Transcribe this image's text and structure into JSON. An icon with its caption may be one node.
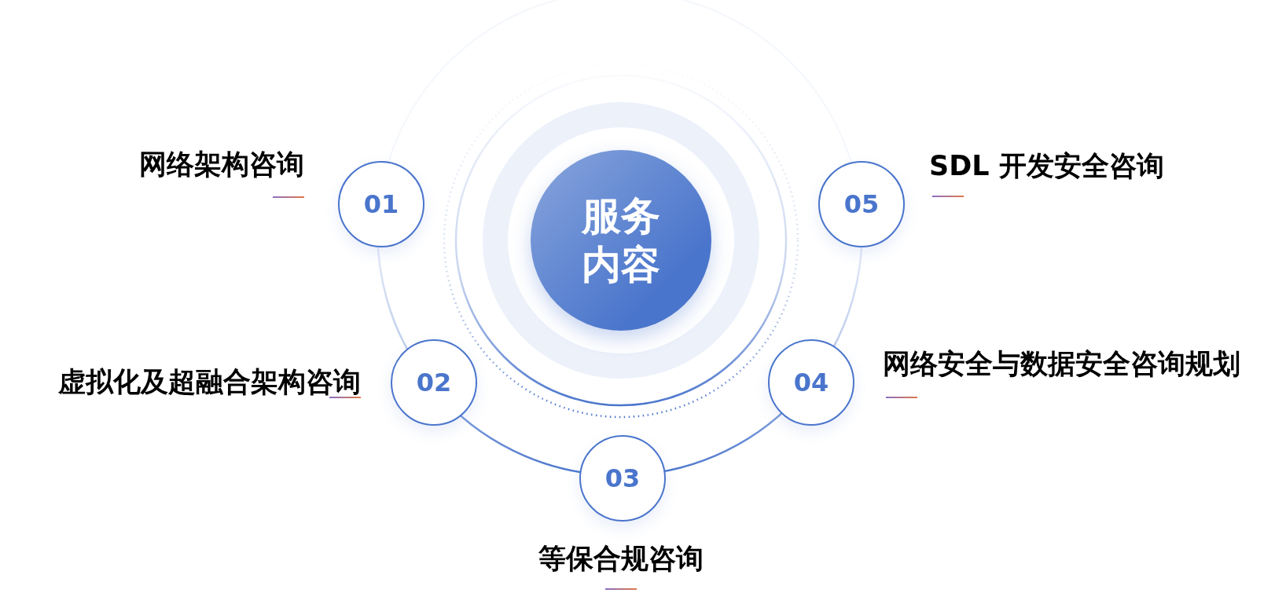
{
  "diagram": {
    "nodes": [
      {
        "text": [
          "服务内容"
        ]
      },
      {
        "text": [
          "01"
        ],
        "beside": [
          "网络架构咨询"
        ]
      },
      {
        "text": [
          "02"
        ],
        "beside": [
          "虚拟化及超融合架构咨询"
        ]
      },
      {
        "text": [
          "03"
        ],
        "beside": [
          "等保合规咨询"
        ]
      },
      {
        "text": [
          "04"
        ],
        "beside": [
          "网络安全与数据安全咨询规划"
        ]
      },
      {
        "text": [
          "05"
        ],
        "beside": [
          "SDL 开发安全咨询"
        ]
      }
    ]
  }
}
